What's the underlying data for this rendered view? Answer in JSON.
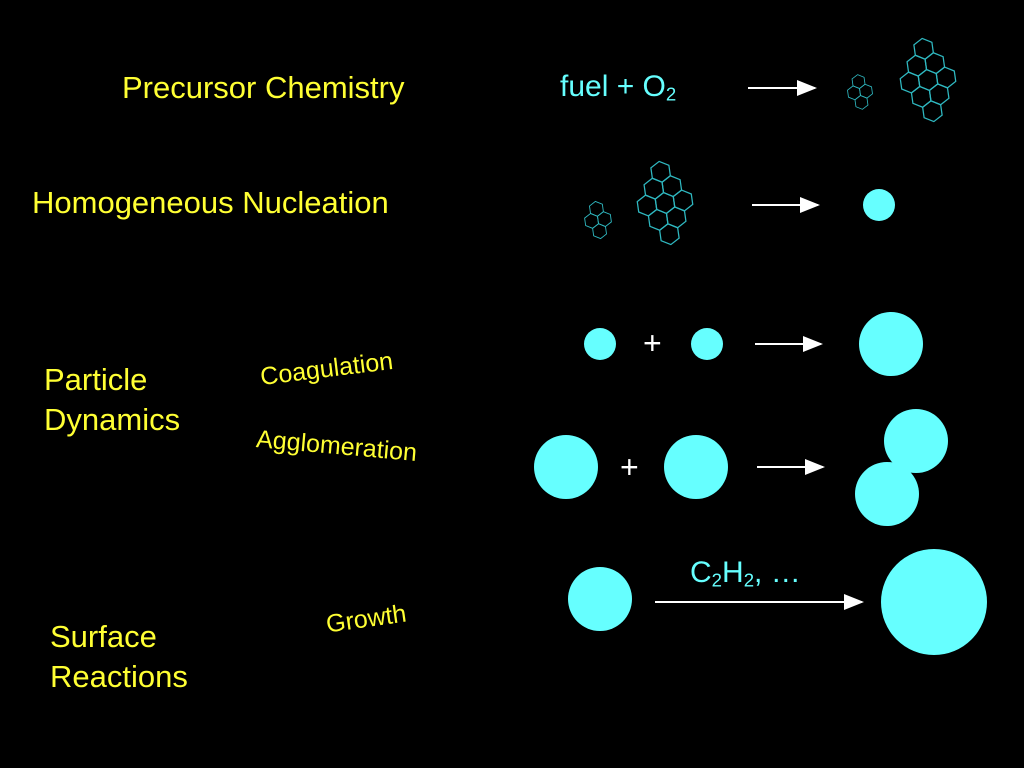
{
  "colors": {
    "background": "#000000",
    "label": "#ffff33",
    "particle": "#66ffff",
    "arrow": "#ffffff"
  },
  "labels": {
    "precursor": "Precursor Chemistry",
    "nucleation": "Homogeneous Nucleation",
    "particle_dynamics_line1": "Particle",
    "particle_dynamics_line2": "Dynamics",
    "surface_reactions_line1": "Surface",
    "surface_reactions_line2": "Reactions"
  },
  "processes": {
    "coagulation": "Coagulation",
    "agglomeration": "Agglomeration",
    "growth": "Growth"
  },
  "reactions": {
    "fuel_text": "fuel + O",
    "fuel_sub": "2",
    "growth_species_c": "C",
    "growth_species_c_sub": "2",
    "growth_species_h": "H",
    "growth_species_h_sub": "2",
    "growth_species_rest": ", …",
    "plus": "+"
  },
  "icons": {
    "pah": "hexagon-cluster-icon",
    "particle": "circle-particle-icon",
    "arrow": "right-arrow-icon"
  }
}
